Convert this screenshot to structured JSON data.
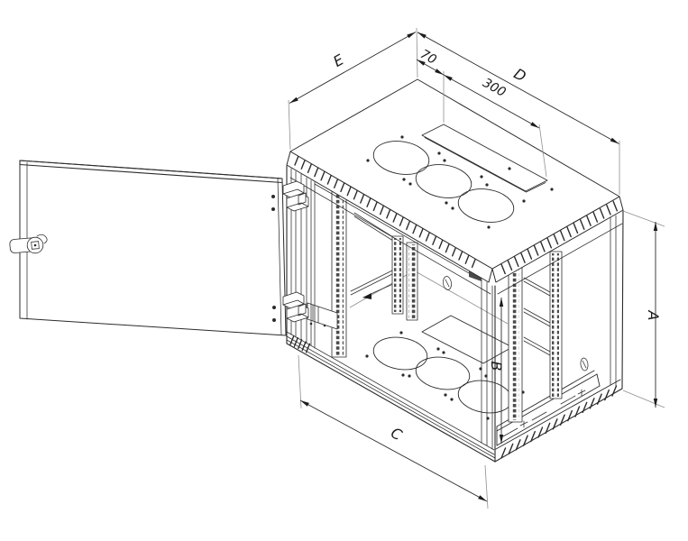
{
  "drawing": {
    "subject": "wall-mount 19-inch rack cabinet, isometric technical drawing with open front door",
    "background_color": "#ffffff",
    "line_color": "#2b2b2b",
    "dimension_labels": {
      "depth_top_left": "E",
      "width_top_right": "D",
      "top_cutout_offset": "70",
      "top_cutout_length": "300",
      "overall_height": "A",
      "inner_usable_height": "B",
      "front_width": "C"
    }
  }
}
